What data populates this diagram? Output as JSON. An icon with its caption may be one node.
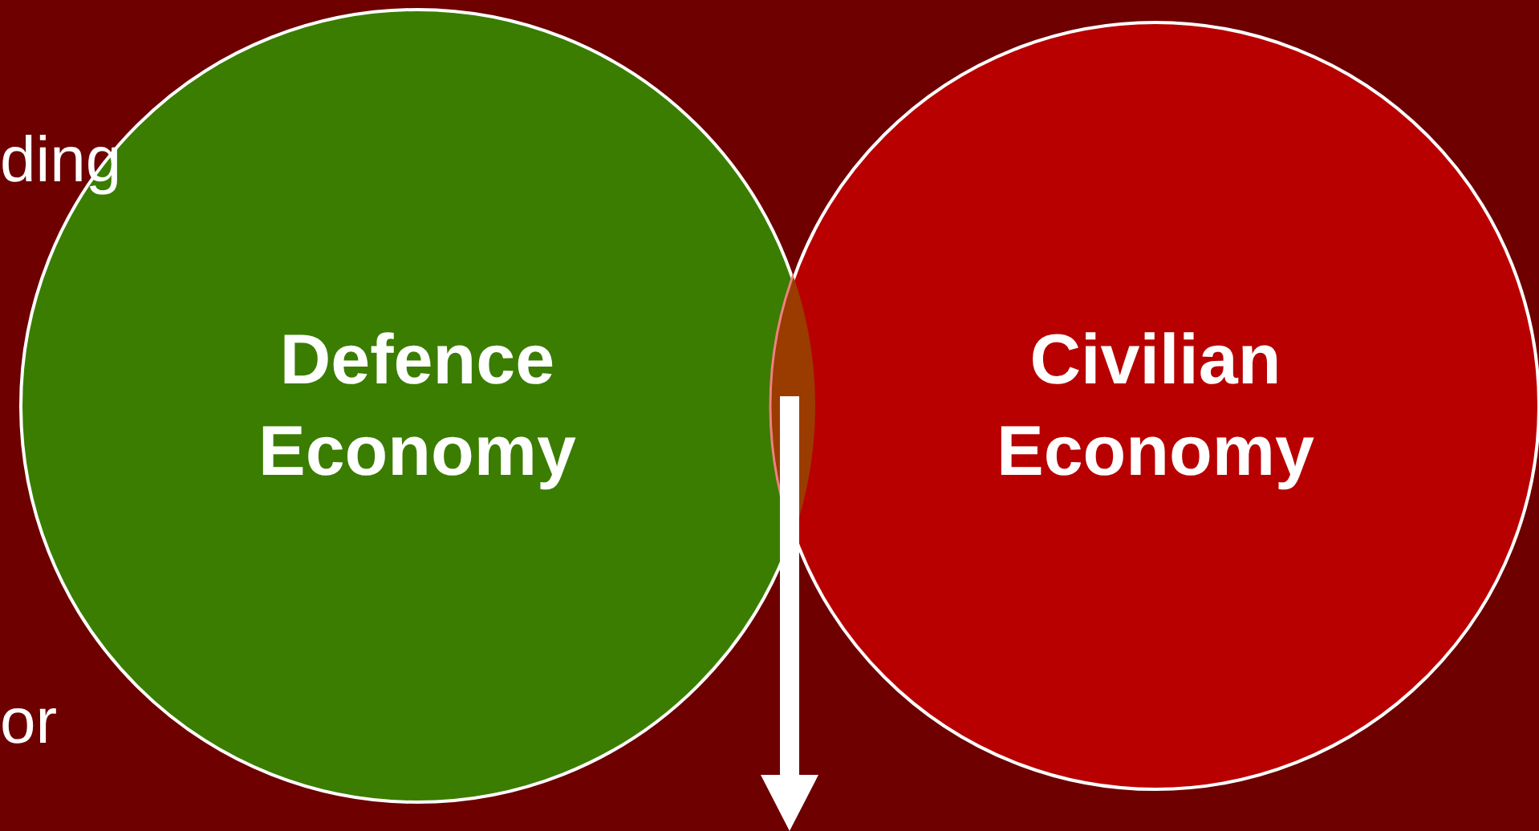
{
  "diagram": {
    "nodes": [
      {
        "text": [
          "Defence Economy"
        ]
      },
      {
        "text": [
          "Civilian Economy"
        ]
      }
    ],
    "labels": [
      "ding",
      "or"
    ]
  }
}
